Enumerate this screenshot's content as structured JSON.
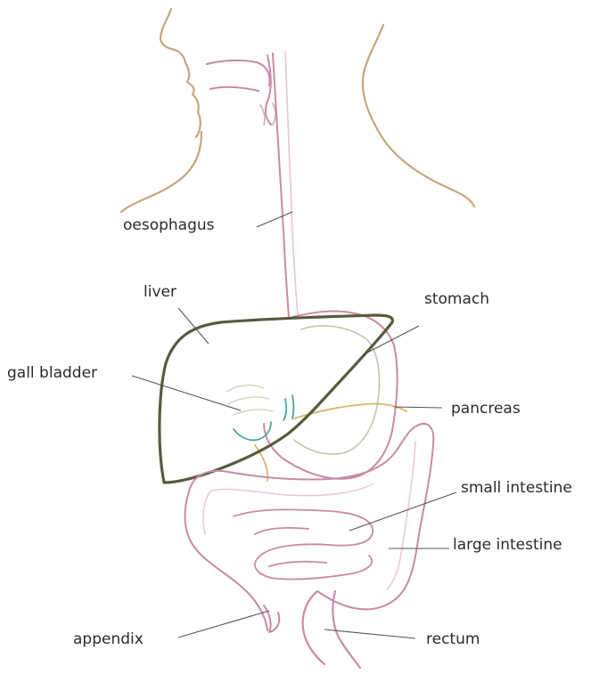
{
  "labels": {
    "oesophagus": "oesophagus",
    "liver": "liver",
    "stomach": "stomach",
    "gall_bladder": "gall bladder",
    "pancreas": "pancreas",
    "small_intestine": "small intestine",
    "large_intestine": "large intestine",
    "appendix": "appendix",
    "rectum": "rectum"
  },
  "colors": {
    "body_outline": "#c7a57a",
    "gut_outline": "#c98aa6",
    "gut_light": "#e6c7d4",
    "liver_outline": "#5a5a3c",
    "gall_bladder": "#4aa89a",
    "pancreas": "#d9b56a",
    "stomach_inner": "#bfc5b0",
    "leader_line": "#555555",
    "text": "#2b2b2b"
  }
}
